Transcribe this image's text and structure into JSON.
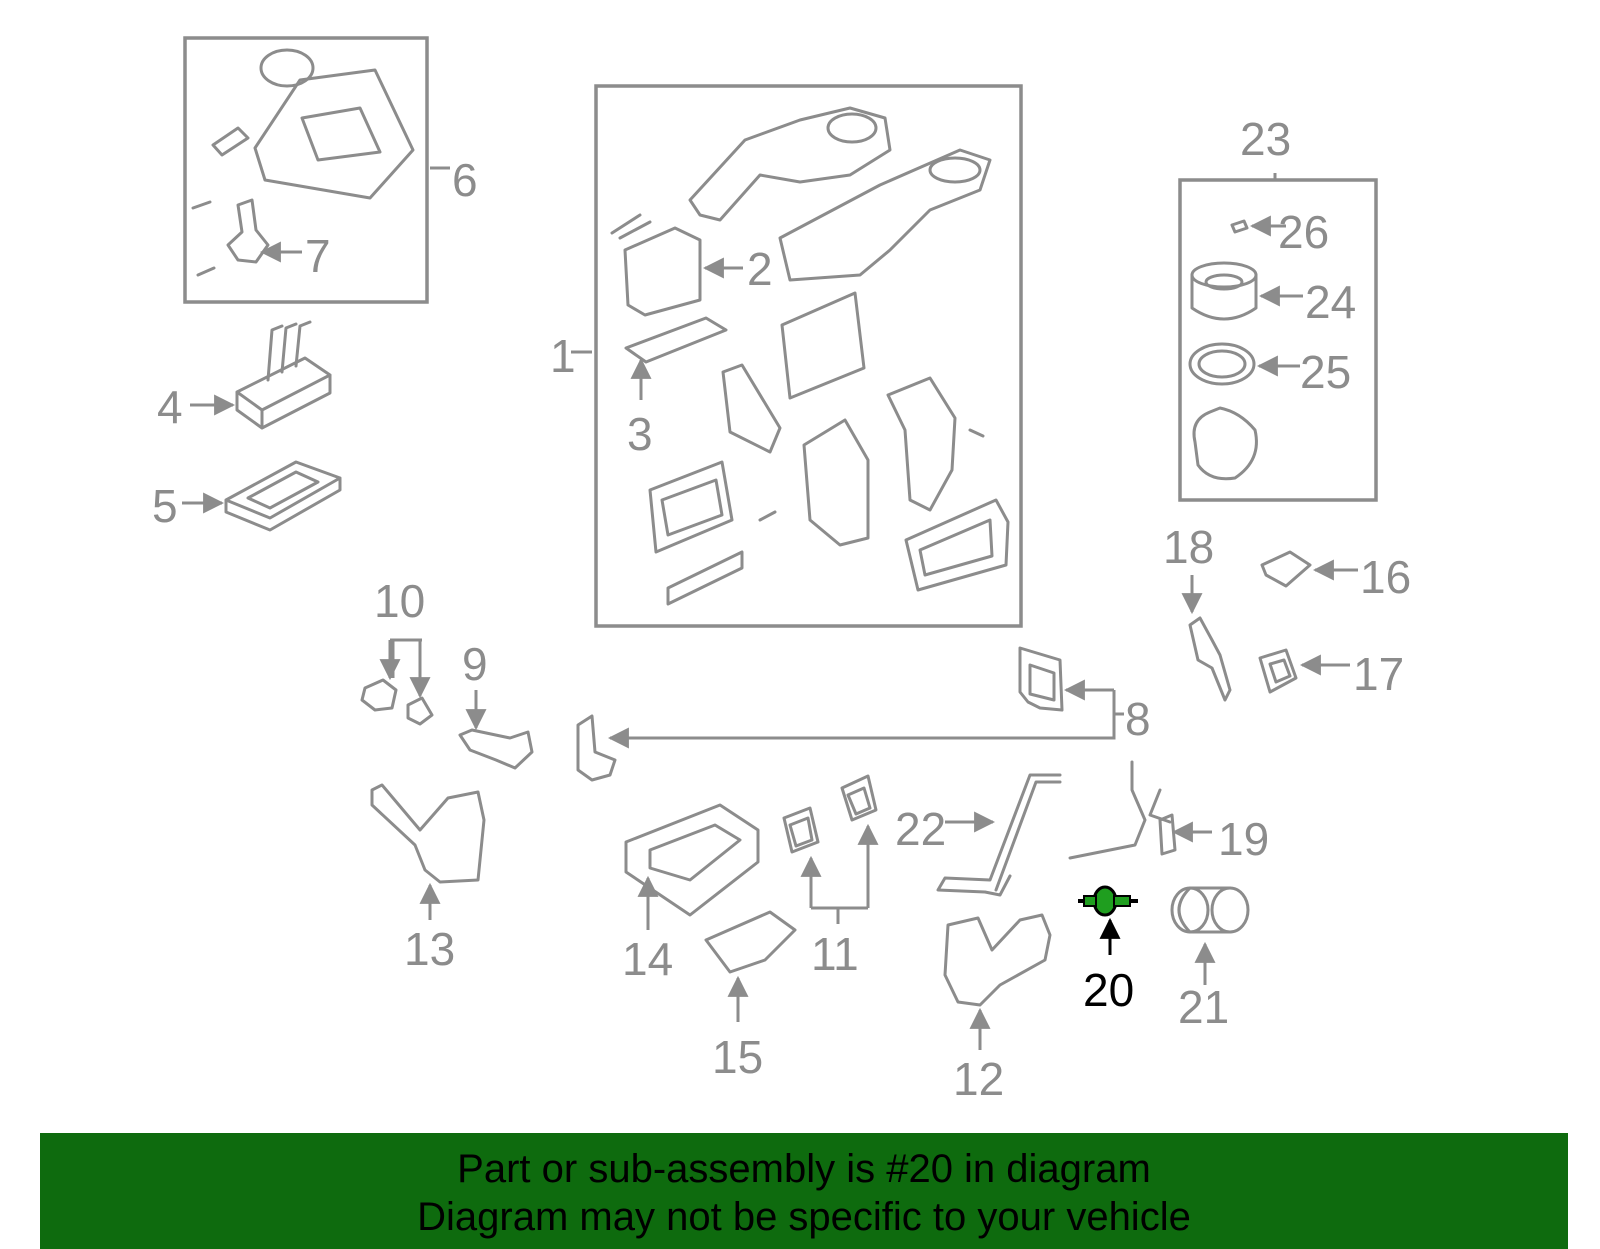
{
  "callouts": [
    "1",
    "2",
    "3",
    "4",
    "5",
    "6",
    "7",
    "8",
    "9",
    "10",
    "11",
    "12",
    "13",
    "14",
    "15",
    "16",
    "17",
    "18",
    "19",
    "20",
    "21",
    "22",
    "23",
    "24",
    "25",
    "26"
  ],
  "highlighted_part": "20",
  "colors": {
    "highlight": "#1f9e1f",
    "banner": "#0e6b0e",
    "linework": "#8c8c8c"
  },
  "banner": {
    "line1": "Part or sub-assembly is #20 in diagram",
    "line2": "Diagram may not be specific to your vehicle"
  }
}
